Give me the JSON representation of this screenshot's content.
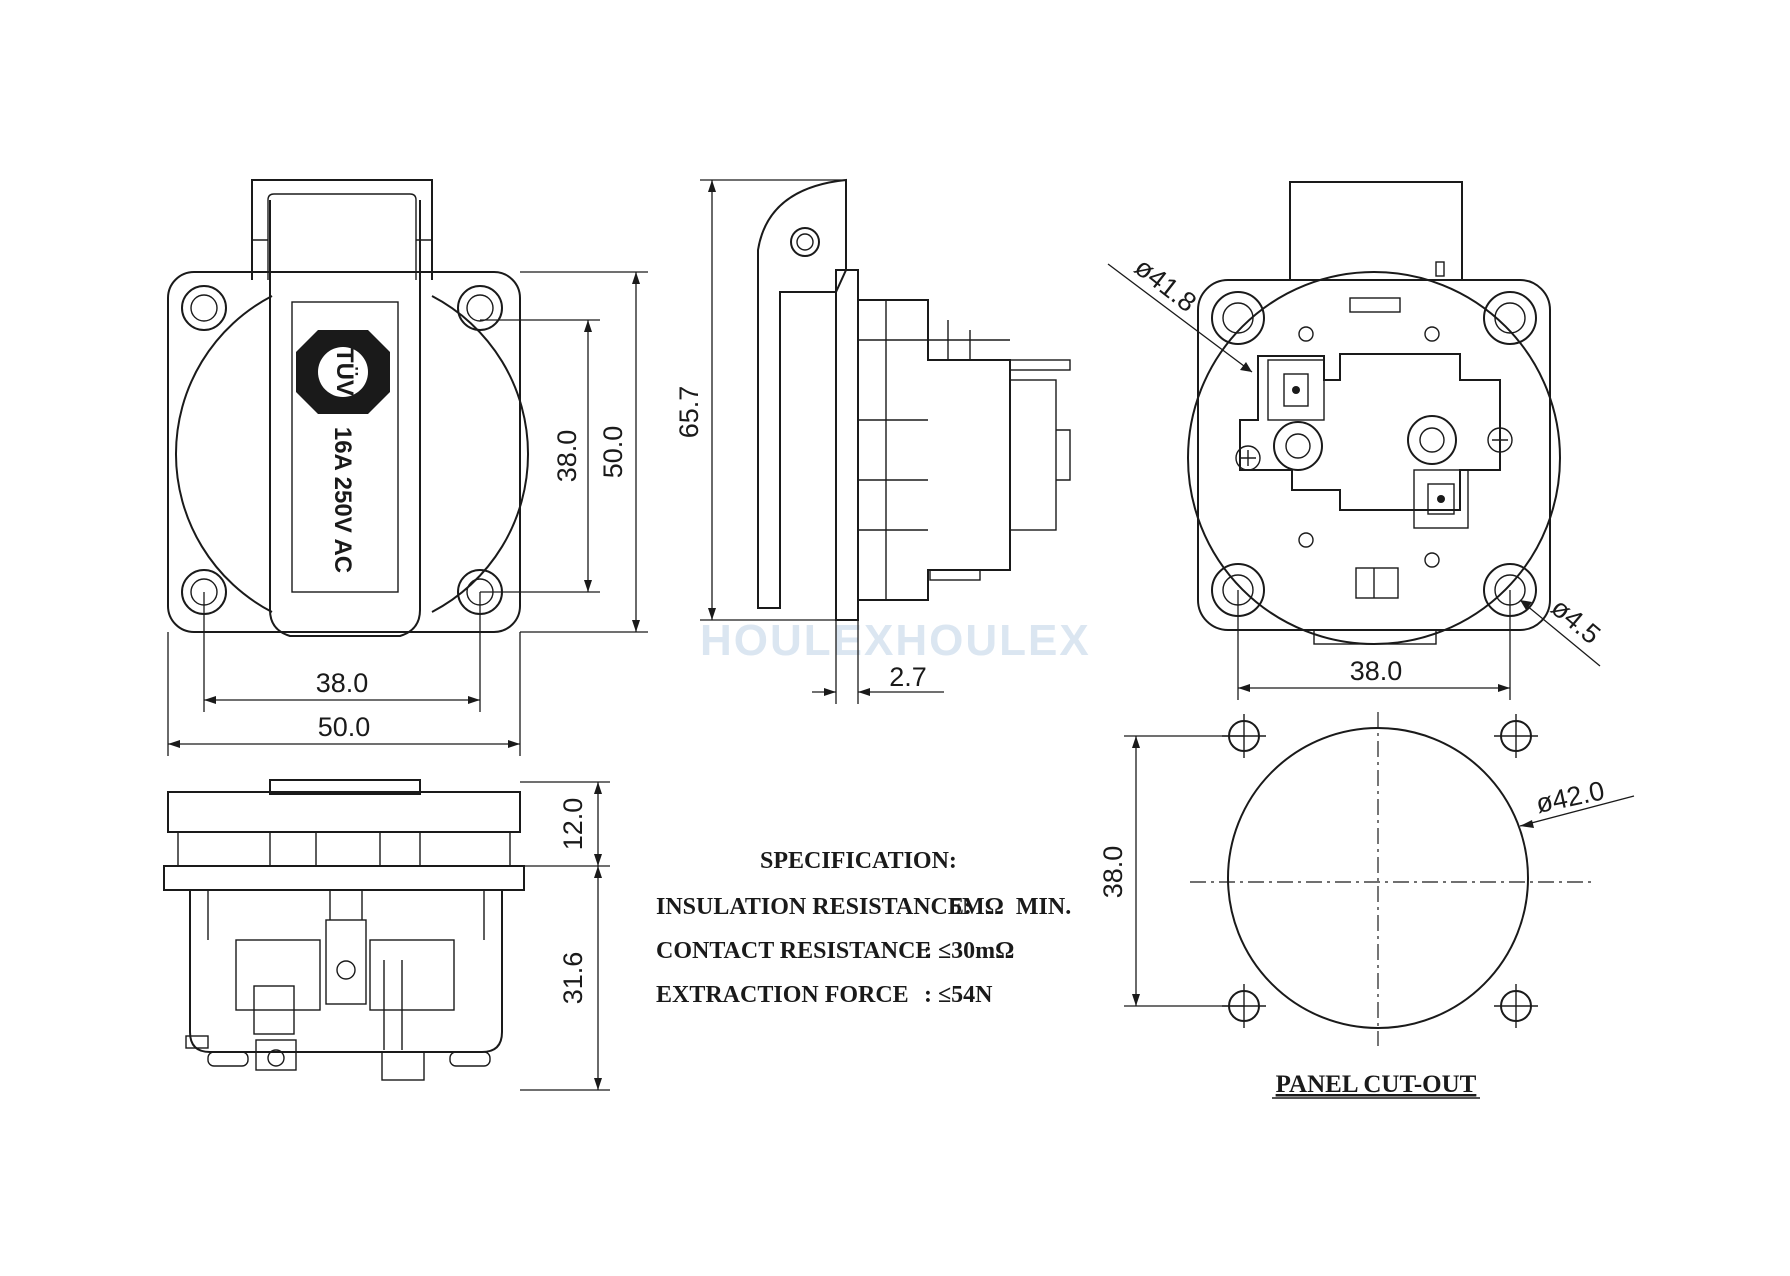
{
  "watermark": "HOULEXHOULEX",
  "front_view": {
    "cover_badge": "TÜV",
    "cover_label": "16A 250V AC",
    "dim_hole_pitch_h": "38.0",
    "dim_width_h": "50.0",
    "dim_hole_pitch_v": "38.0",
    "dim_height_v": "50.0"
  },
  "side_view": {
    "dim_height": "65.7",
    "dim_flange": "2.7"
  },
  "rear_view": {
    "dim_body_dia": "ø41.8",
    "dim_hole_dia": "ø4.5",
    "dim_hole_pitch": "38.0"
  },
  "bottom_view": {
    "dim_flange_depth": "12.0",
    "dim_body_depth": "31.6"
  },
  "specification": {
    "heading": "SPECIFICATION:",
    "rows": [
      {
        "label": "INSULATION RESISTANCE:",
        "value": "5MΩ  MIN."
      },
      {
        "label": "CONTACT RESISTANCE",
        "value": ": ≤30mΩ"
      },
      {
        "label": "EXTRACTION FORCE",
        "value": ": ≤54N"
      }
    ]
  },
  "panel_cutout": {
    "title": "PANEL CUT-OUT",
    "dim_dia": "ø42.0",
    "dim_pitch_v": "38.0"
  }
}
